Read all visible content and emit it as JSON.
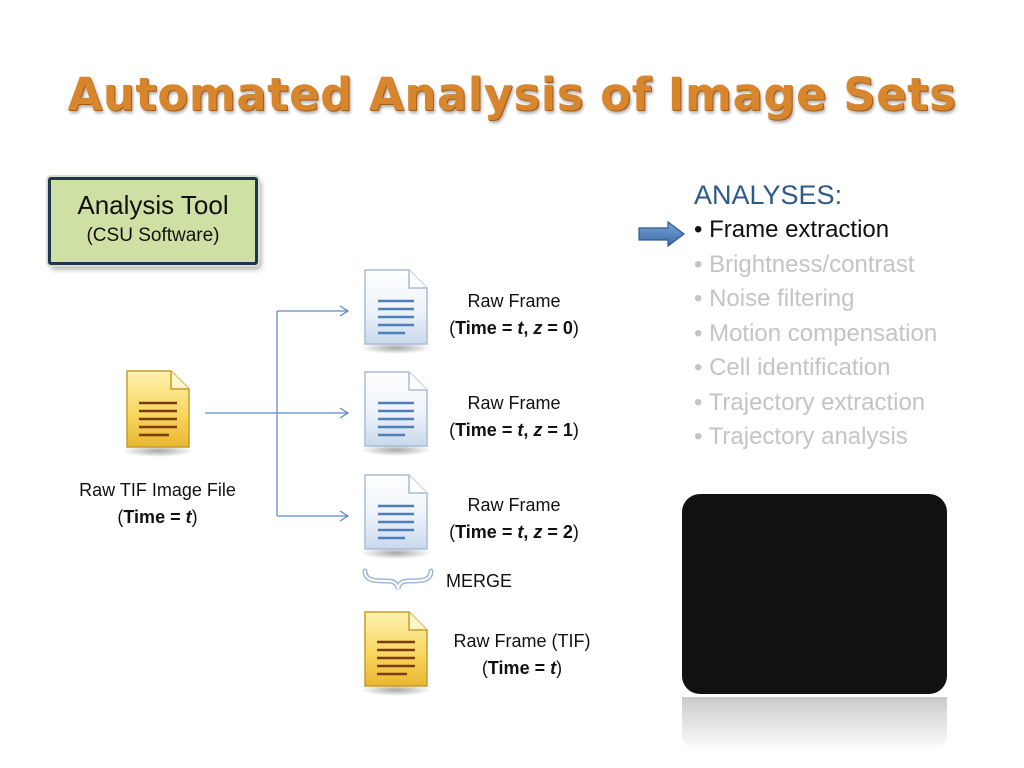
{
  "slide": {
    "title": "Automated Analysis of Image Sets"
  },
  "tool_box": {
    "title": "Analysis Tool",
    "subtitle": "(CSU Software)"
  },
  "source_file": {
    "line1": "Raw TIF Image File",
    "line2": {
      "open": "(",
      "time": "Time = ",
      "var": "t",
      "close": ")"
    }
  },
  "frames": [
    {
      "line1": "Raw Frame",
      "time": "Time = ",
      "var": "t",
      "sep": ", ",
      "zvar": "z",
      "zeq": " = ",
      "z": "0"
    },
    {
      "line1": "Raw Frame",
      "time": "Time = ",
      "var": "t",
      "sep": ", ",
      "zvar": "z",
      "zeq": " = ",
      "z": "1"
    },
    {
      "line1": "Raw Frame",
      "time": "Time = ",
      "var": "t",
      "sep": ", ",
      "zvar": "z",
      "zeq": " = ",
      "z": "2"
    }
  ],
  "merge_label": "MERGE",
  "merged_frame": {
    "line1": "Raw Frame (TIF)",
    "line2": {
      "open": "(",
      "time": "Time = ",
      "var": "t",
      "close": ")"
    }
  },
  "analyses": {
    "heading": "ANALYSES:",
    "items": [
      {
        "label": "• Frame extraction",
        "active": true
      },
      {
        "label": "• Brightness/contrast",
        "active": false
      },
      {
        "label": "• Noise filtering",
        "active": false
      },
      {
        "label": "• Motion compensation",
        "active": false
      },
      {
        "label": "• Cell identification",
        "active": false
      },
      {
        "label": "• Trajectory extraction",
        "active": false
      },
      {
        "label": "• Trajectory analysis",
        "active": false
      }
    ]
  },
  "colors": {
    "title": "#d8862e",
    "tool_box_fill": "#cfe0a4",
    "tool_box_border": "#1f3550",
    "analyses_heading": "#2e5a88",
    "active_item": "#111111",
    "inactive_item": "#c4c4c4",
    "connector": "#5b86c0",
    "pointer_arrow": "#4f81bd",
    "video_bg": "#111111"
  },
  "icons": {
    "source_file": "yellow-document-icon",
    "frames": "blue-document-icon",
    "merged_frame": "yellow-document-icon",
    "merge": "curly-brace-icon",
    "pointer": "right-arrow-icon"
  }
}
